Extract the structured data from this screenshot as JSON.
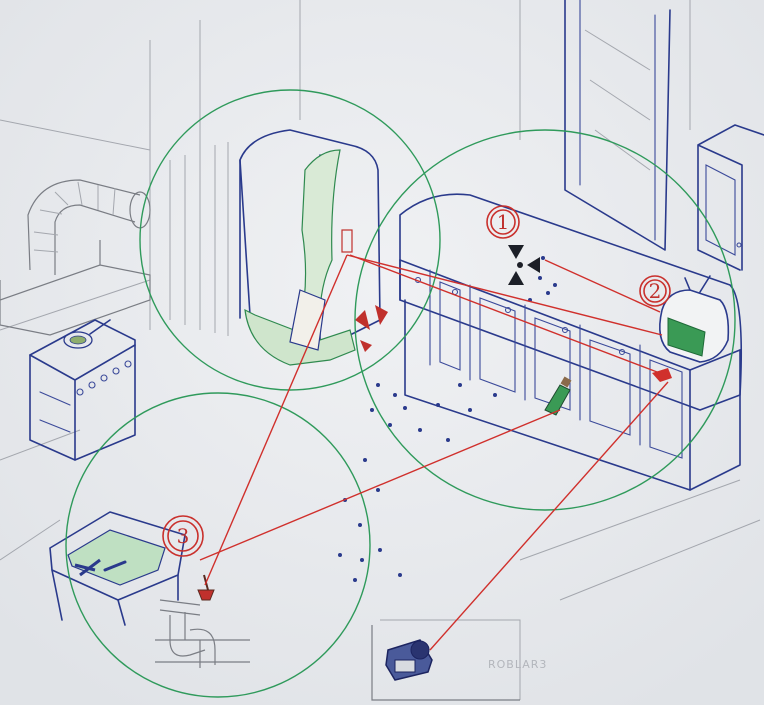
{
  "markers": [
    {
      "id": "marker-1",
      "label": "1"
    },
    {
      "id": "marker-2",
      "label": "2"
    },
    {
      "id": "marker-3",
      "label": "3"
    }
  ],
  "floor_label": "ROBLAR3",
  "colors": {
    "paper": "#e9ebee",
    "ink_blue": "#2a3a8c",
    "pencil": "#a4a7ae",
    "circle_green": "#2f9a5b",
    "line_red": "#d0302c",
    "screen_green": "#3a9a55"
  },
  "icon_names": [
    "radiation-icon",
    "tv-icon",
    "camera-icon",
    "paint-tube-icon",
    "nozzle-icon",
    "pan-icon"
  ]
}
